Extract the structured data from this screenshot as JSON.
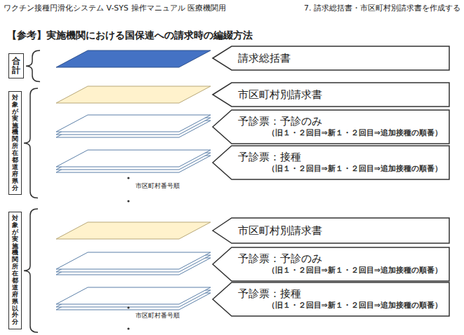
{
  "diagram": {
    "title": "【参考】実施機関における国保連への請求時の編綴方法",
    "nodes": [
      {
        "text": [
          "合計"
        ]
      },
      {
        "text": [
          "請求総括書"
        ]
      },
      {
        "text": [
          "対象が実施機関所在都道府県分"
        ]
      },
      {
        "text": [
          "市区町村別請求書"
        ]
      },
      {
        "text": [
          "予診票：予診のみ",
          "（旧１・２回目⇒新１・２回目⇒追加接種の順番）"
        ]
      },
      {
        "text": [
          "予診票：接種",
          "（旧１・２回目⇒新１・２回目⇒追加接種の順番）"
        ]
      },
      {
        "text": [
          "対象が実施機関所在都道府県以外分"
        ]
      },
      {
        "text": [
          "市区町村別請求書"
        ]
      },
      {
        "text": [
          "予診票：予診のみ",
          "（旧１・２回目⇒新１・２回目⇒追加接種の順番）"
        ]
      },
      {
        "text": [
          "予診票：接種",
          "（旧１・２回目⇒新１・２回目⇒追加接種の順番）"
        ]
      }
    ],
    "labels": [
      "ワクチン接種円滑化システム V-SYS 操作マニュアル 医療機関用",
      "7. 請求総括書・市区町村別請求書を作成する",
      "市区町村番号順",
      "市区町村番号順"
    ]
  }
}
